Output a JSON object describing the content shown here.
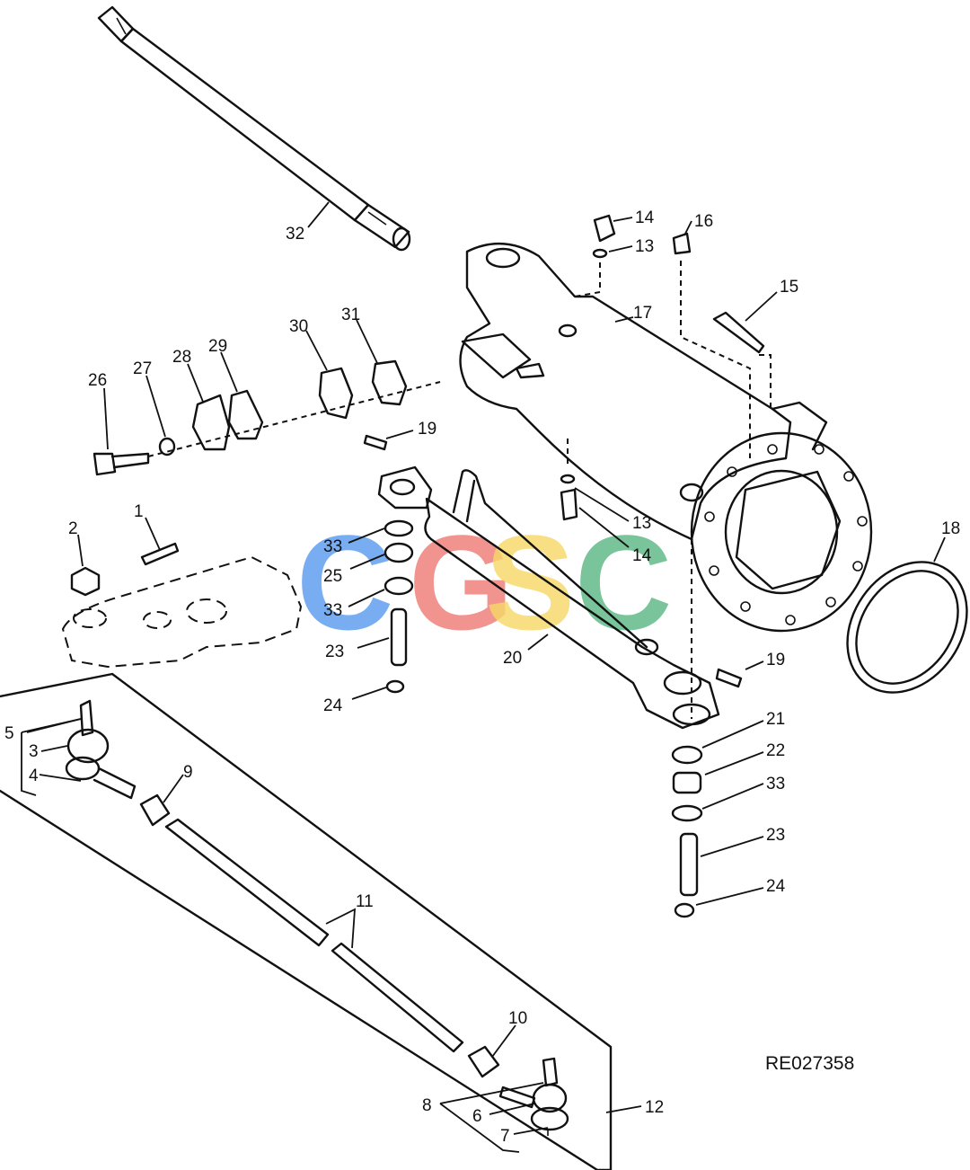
{
  "drawing_code": "RE027358",
  "watermark": {
    "letters": [
      "C",
      "G",
      "S",
      "C"
    ],
    "colors": [
      "#5b9cf0",
      "#ef7d78",
      "#f7d86a",
      "#5cb885"
    ]
  },
  "callouts": [
    "1",
    "2",
    "3",
    "4",
    "5",
    "6",
    "7",
    "8",
    "9",
    "10",
    "11",
    "12",
    "13",
    "13",
    "14",
    "14",
    "15",
    "16",
    "17",
    "18",
    "19",
    "19",
    "20",
    "21",
    "22",
    "23",
    "23",
    "24",
    "24",
    "25",
    "26",
    "27",
    "28",
    "29",
    "30",
    "31",
    "32",
    "33",
    "33",
    "33"
  ]
}
